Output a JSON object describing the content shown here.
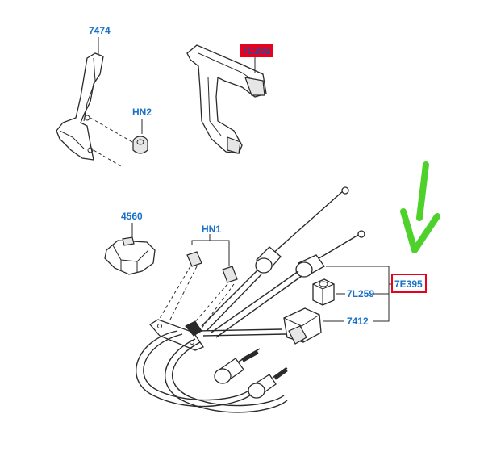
{
  "labels": {
    "bracket": "7474",
    "nut": "HN2",
    "support": "7C201",
    "clip": "4560",
    "fasteners": "HN1",
    "cable_assembly": "7E395",
    "bushing": "7L259",
    "cable_end": "7412"
  },
  "colors": {
    "label_text": "#1a73c8",
    "highlight_fill": "#e8001c",
    "highlight_box": "#e8001c",
    "arrow": "#4ed12a",
    "line": "#2a2a2a"
  }
}
